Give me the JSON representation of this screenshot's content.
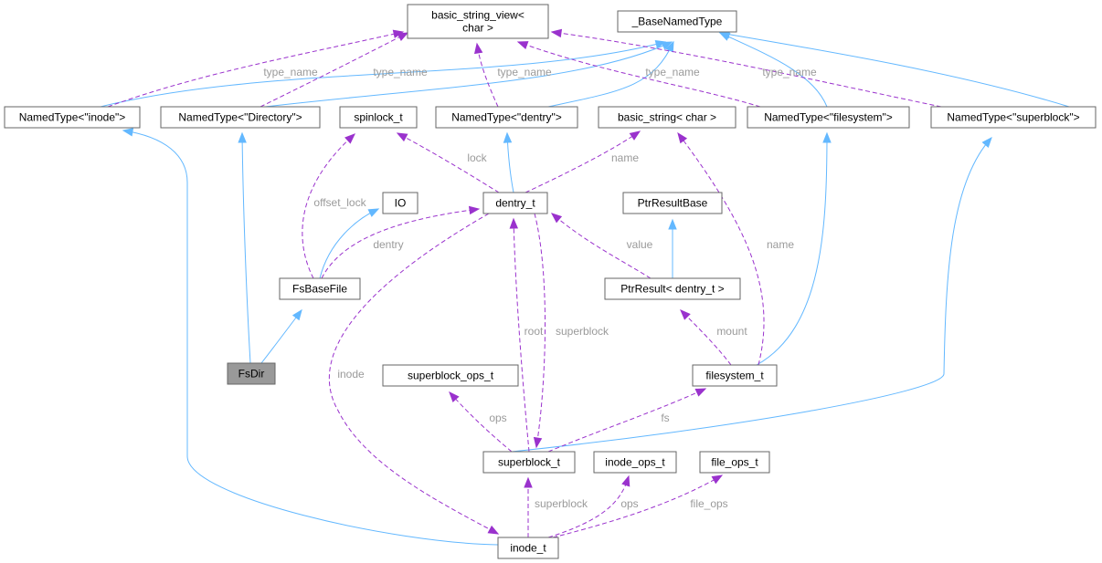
{
  "nodes": {
    "basic_string_view": {
      "lines": [
        "basic_string_view<",
        "char >"
      ]
    },
    "BaseNamedType": {
      "lines": [
        "_BaseNamedType"
      ]
    },
    "NT_inode": {
      "lines": [
        "NamedType<\"inode\">"
      ]
    },
    "NT_Directory": {
      "lines": [
        "NamedType<\"Directory\">"
      ]
    },
    "spinlock_t": {
      "lines": [
        "spinlock_t"
      ]
    },
    "NT_dentry": {
      "lines": [
        "NamedType<\"dentry\">"
      ]
    },
    "basic_string": {
      "lines": [
        "basic_string< char >"
      ]
    },
    "NT_filesystem": {
      "lines": [
        "NamedType<\"filesystem\">"
      ]
    },
    "NT_superblock": {
      "lines": [
        "NamedType<\"superblock\">"
      ]
    },
    "IO": {
      "lines": [
        "IO"
      ]
    },
    "dentry_t": {
      "lines": [
        "dentry_t"
      ]
    },
    "PtrResultBase": {
      "lines": [
        "PtrResultBase"
      ]
    },
    "FsBaseFile": {
      "lines": [
        "FsBaseFile"
      ]
    },
    "PtrResult_dentry": {
      "lines": [
        "PtrResult< dentry_t >"
      ]
    },
    "FsDir": {
      "lines": [
        "FsDir"
      ]
    },
    "superblock_ops_t": {
      "lines": [
        "superblock_ops_t"
      ]
    },
    "filesystem_t": {
      "lines": [
        "filesystem_t"
      ]
    },
    "superblock_t": {
      "lines": [
        "superblock_t"
      ]
    },
    "inode_ops_t": {
      "lines": [
        "inode_ops_t"
      ]
    },
    "file_ops_t": {
      "lines": [
        "file_ops_t"
      ]
    },
    "inode_t": {
      "lines": [
        "inode_t"
      ]
    }
  },
  "edges": [
    {
      "id": "e1",
      "kind": "inherit",
      "from": "NT_inode",
      "to": "BaseNamedType"
    },
    {
      "id": "e2",
      "kind": "inherit",
      "from": "NT_Directory",
      "to": "BaseNamedType"
    },
    {
      "id": "e3",
      "kind": "inherit",
      "from": "NT_dentry",
      "to": "BaseNamedType"
    },
    {
      "id": "e4",
      "kind": "inherit",
      "from": "NT_filesystem",
      "to": "BaseNamedType"
    },
    {
      "id": "e5",
      "kind": "inherit",
      "from": "NT_superblock",
      "to": "BaseNamedType"
    },
    {
      "id": "e6",
      "kind": "usage",
      "from": "NT_inode",
      "to": "basic_string_view",
      "label": "type_name"
    },
    {
      "id": "e7",
      "kind": "usage",
      "from": "NT_Directory",
      "to": "basic_string_view",
      "label": "type_name"
    },
    {
      "id": "e8",
      "kind": "usage",
      "from": "NT_dentry",
      "to": "basic_string_view",
      "label": "type_name"
    },
    {
      "id": "e9",
      "kind": "usage",
      "from": "NT_filesystem",
      "to": "basic_string_view",
      "label": "type_name"
    },
    {
      "id": "e10",
      "kind": "usage",
      "from": "NT_superblock",
      "to": "basic_string_view",
      "label": "type_name"
    },
    {
      "id": "e11",
      "kind": "inherit",
      "from": "FsDir",
      "to": "NT_Directory"
    },
    {
      "id": "e12",
      "kind": "inherit",
      "from": "FsDir",
      "to": "FsBaseFile"
    },
    {
      "id": "e13",
      "kind": "inherit",
      "from": "FsBaseFile",
      "to": "IO"
    },
    {
      "id": "e14",
      "kind": "usage",
      "from": "FsBaseFile",
      "to": "spinlock_t",
      "label": "offset_lock"
    },
    {
      "id": "e15",
      "kind": "usage",
      "from": "FsBaseFile",
      "to": "dentry_t",
      "label": "dentry"
    },
    {
      "id": "e16",
      "kind": "inherit",
      "from": "dentry_t",
      "to": "NT_dentry"
    },
    {
      "id": "e17",
      "kind": "usage",
      "from": "dentry_t",
      "to": "spinlock_t",
      "label": "lock"
    },
    {
      "id": "e18",
      "kind": "usage",
      "from": "dentry_t",
      "to": "basic_string",
      "label": "name"
    },
    {
      "id": "e19",
      "kind": "inherit",
      "from": "PtrResult_dentry",
      "to": "PtrResultBase"
    },
    {
      "id": "e20",
      "kind": "usage",
      "from": "PtrResult_dentry",
      "to": "dentry_t",
      "label": "value"
    },
    {
      "id": "e21",
      "kind": "inherit",
      "from": "filesystem_t",
      "to": "NT_filesystem"
    },
    {
      "id": "e22",
      "kind": "usage",
      "from": "filesystem_t",
      "to": "basic_string",
      "label": "name"
    },
    {
      "id": "e23",
      "kind": "usage",
      "from": "filesystem_t",
      "to": "PtrResult_dentry",
      "label": "mount"
    },
    {
      "id": "e24",
      "kind": "inherit",
      "from": "superblock_t",
      "to": "NT_superblock"
    },
    {
      "id": "e25",
      "kind": "usage",
      "from": "superblock_t",
      "to": "dentry_t",
      "label": "root"
    },
    {
      "id": "e26",
      "kind": "usage",
      "from": "dentry_t",
      "to": "superblock_t",
      "label": "superblock"
    },
    {
      "id": "e27",
      "kind": "usage",
      "from": "superblock_t",
      "to": "superblock_ops_t",
      "label": "ops"
    },
    {
      "id": "e28",
      "kind": "usage",
      "from": "superblock_t",
      "to": "filesystem_t",
      "label": "fs"
    },
    {
      "id": "e29",
      "kind": "usage",
      "from": "dentry_t",
      "to": "inode_t",
      "label": "inode"
    },
    {
      "id": "e30",
      "kind": "inherit",
      "from": "inode_t",
      "to": "NT_inode"
    },
    {
      "id": "e31",
      "kind": "usage",
      "from": "inode_t",
      "to": "superblock_t",
      "label": "superblock"
    },
    {
      "id": "e32",
      "kind": "usage",
      "from": "inode_t",
      "to": "inode_ops_t",
      "label": "ops"
    },
    {
      "id": "e33",
      "kind": "usage",
      "from": "inode_t",
      "to": "file_ops_t",
      "label": "file_ops"
    }
  ],
  "highlighted_node": "FsDir",
  "colors": {
    "inheritance_edge": "#63b8ff",
    "usage_edge": "#9a32cd",
    "edge_label_text": "#9a9a9a",
    "node_border": "#666666",
    "node_fill": "#ffffff",
    "highlight_fill": "#999999"
  }
}
